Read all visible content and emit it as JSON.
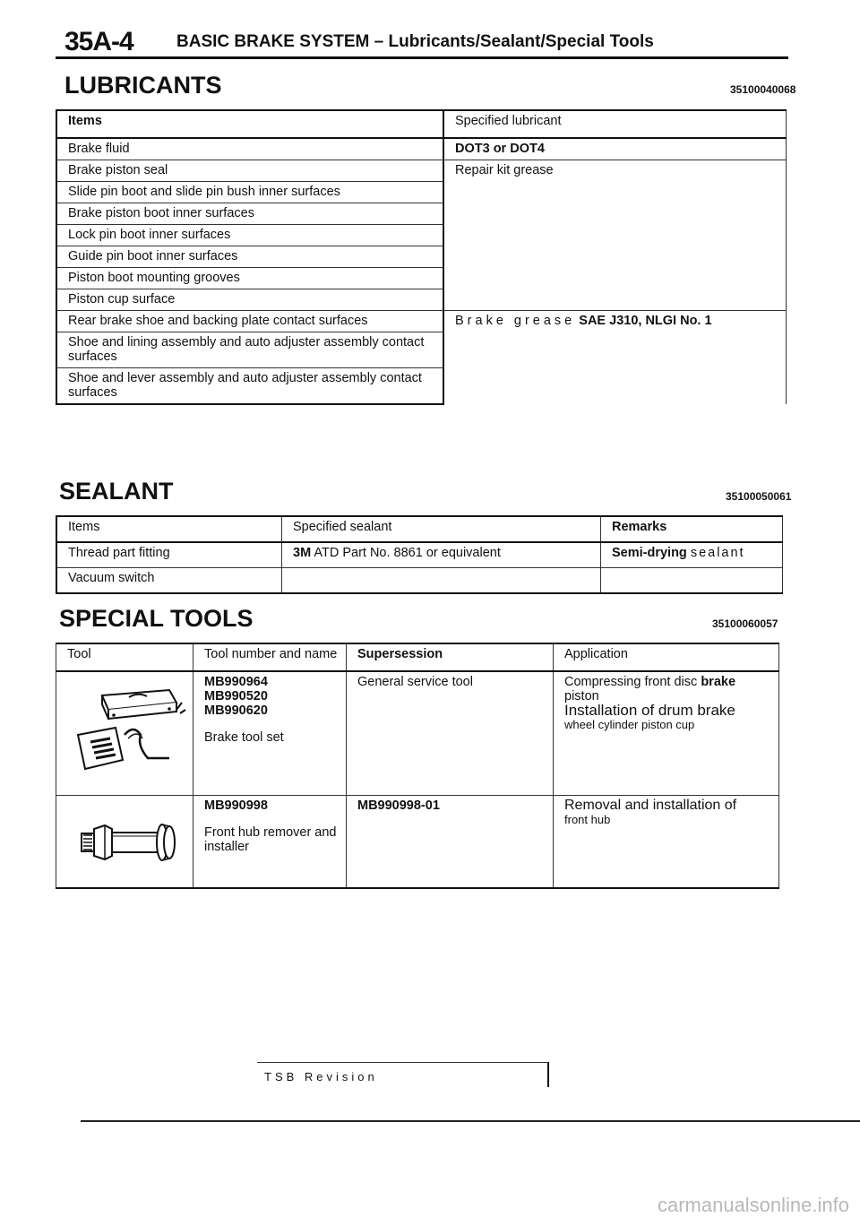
{
  "header": {
    "code": "35A-4",
    "title": "BASIC BRAKE SYSTEM – Lubricants/Sealant/Special Tools"
  },
  "lubricants": {
    "title": "LUBRICANTS",
    "code": "35100040068",
    "col_items": "Items",
    "col_lubricant": "Specified lubricant",
    "rows": [
      {
        "item": "Brake fluid",
        "lubricant": "DOT3 or DOT4"
      },
      {
        "item": "Brake piston seal",
        "lubricant": "Repair kit grease"
      },
      {
        "item": "Slide pin boot and slide pin bush inner surfaces"
      },
      {
        "item": "Brake piston boot inner surfaces"
      },
      {
        "item": "Lock pin boot inner surfaces"
      },
      {
        "item": "Guide pin boot inner surfaces"
      },
      {
        "item": "Piston boot mounting grooves"
      },
      {
        "item": "Piston cup surface"
      },
      {
        "item": "Rear brake shoe and backing plate contact surfaces",
        "lubricant_prefix": "Brake grease",
        "lubricant_spec": "SAE J310, NLGI No. 1"
      },
      {
        "item": "Shoe and lining assembly and auto adjuster assembly contact surfaces"
      },
      {
        "item": "Shoe and lever assembly and auto adjuster assembly contact surfaces"
      }
    ]
  },
  "sealant": {
    "title": "SEALANT",
    "code": "35100050061",
    "col_items": "Items",
    "col_sealant": "Specified sealant",
    "col_remarks": "Remarks",
    "rows": [
      {
        "item": "Thread part fitting",
        "sealant_brand": "3M",
        "sealant": "ATD Part No. 8861 or equivalent",
        "remarks_bold": "Semi-drying",
        "remarks": "sealant"
      },
      {
        "item": "Vacuum switch"
      }
    ]
  },
  "special_tools": {
    "title": "SPECIAL TOOLS",
    "code": "35100060057",
    "col_tool": "Tool",
    "col_number": "Tool number and name",
    "col_supersession": "Supersession",
    "col_application": "Application",
    "rows": [
      {
        "numbers": [
          "MB990964",
          "MB990520",
          "MB990620"
        ],
        "name": "Brake tool set",
        "supersession": "General service tool",
        "application_1a": "Compressing front disc ",
        "application_1b": "brake",
        "application_2": "piston",
        "application_3": "Installation of drum brake",
        "application_4": "wheel cylinder piston cup"
      },
      {
        "numbers": [
          "MB990998"
        ],
        "name": "Front hub remover and installer",
        "supersession": "MB990998-01",
        "application_1": "Removal and installation of",
        "application_2": "front hub"
      }
    ]
  },
  "footer": {
    "tsb": "TSB Revision",
    "watermark": "carmanualsonline.info"
  }
}
